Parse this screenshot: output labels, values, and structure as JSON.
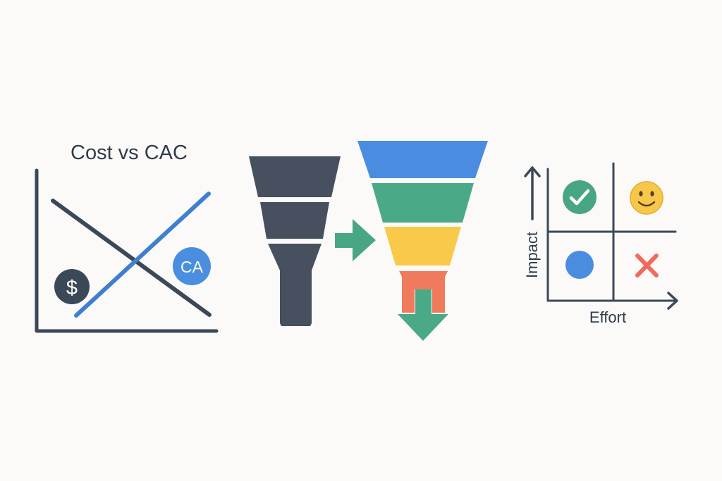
{
  "cost_chart": {
    "title": "Cost vs CAC",
    "dollar_badge": "$",
    "ca_badge": "CA",
    "colors": {
      "axis": "#3b4858",
      "cost_line": "#3b4858",
      "cac_line": "#3f7fd0",
      "ca_badge": "#4a8ee0",
      "dollar_badge": "#3b4858"
    }
  },
  "funnel_dark": {
    "color": "#47505e"
  },
  "transform_arrow": {
    "color": "#48a684"
  },
  "funnel_color": {
    "colors": {
      "stage1": "#4a8de0",
      "stage2": "#4aaa88",
      "stage3": "#f9c94a",
      "spout": "#ef7a5c",
      "arrow": "#4aaa88"
    }
  },
  "matrix": {
    "y_label": "Impact",
    "x_label": "Effort",
    "quadrants": [
      {
        "name": "high-impact-low-effort",
        "icon": "check-circle-icon",
        "color": "#48a684"
      },
      {
        "name": "high-impact-high-effort",
        "icon": "smiley-icon",
        "color": "#f6c84a"
      },
      {
        "name": "low-impact-low-effort",
        "icon": "dot-circle-icon",
        "color": "#4a8de0"
      },
      {
        "name": "low-impact-high-effort",
        "icon": "x-mark-icon",
        "color": "#ef6b5e"
      }
    ],
    "colors": {
      "axis": "#3b4858"
    }
  }
}
